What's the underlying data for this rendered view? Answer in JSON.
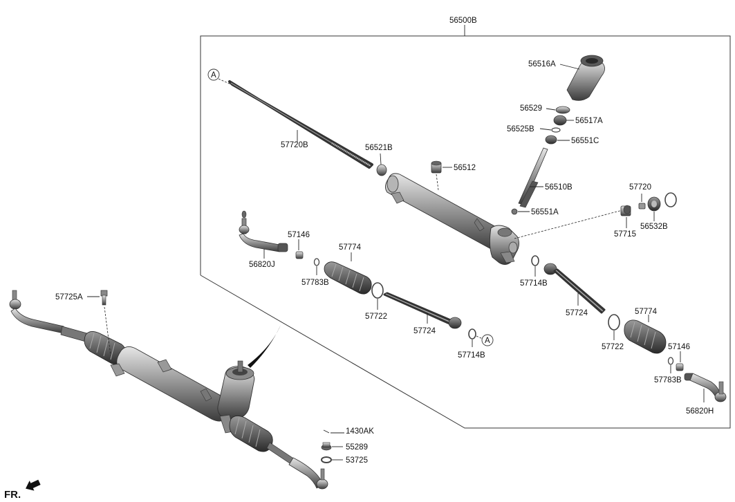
{
  "assembly_label": "56500B",
  "ref_marker": "A",
  "front_label": "FR.",
  "parts": {
    "boot_upper": "56516A",
    "seal_56529": "56529",
    "bearing_56517A": "56517A",
    "ring_56525B": "56525B",
    "bearing_56551C": "56551C",
    "rack_bar": "57720B",
    "bush_56521B": "56521B",
    "plug_56512": "56512",
    "pinion_56510B": "56510B",
    "seal_56551A": "56551A",
    "yoke_57720": "57720",
    "yoke_plug_57715": "57715",
    "locknut_56532B": "56532B",
    "clip_left_57146": "57146",
    "tie_end_left": "56820J",
    "bellows_left_57774": "57774",
    "band_left_57783B": "57783B",
    "clamp_left_57722": "57722",
    "inner_rod_left_57724": "57724",
    "ring_left_57714B": "57714B",
    "ring_right_57714B": "57714B",
    "inner_rod_right_57724": "57724",
    "bellows_right_57774": "57774",
    "clamp_right_57722": "57722",
    "clip_right_57146": "57146",
    "band_right_57783B": "57783B",
    "tie_end_right": "56820H",
    "bolt_57725A": "57725A",
    "nut_1430AK": "1430AK",
    "nut_55289": "55289",
    "washer_53725": "53725"
  },
  "colors": {
    "metal_dark": "#4a4a4a",
    "metal_mid": "#8c8c8c",
    "metal_light": "#cfcfcf",
    "line": "#222222"
  }
}
